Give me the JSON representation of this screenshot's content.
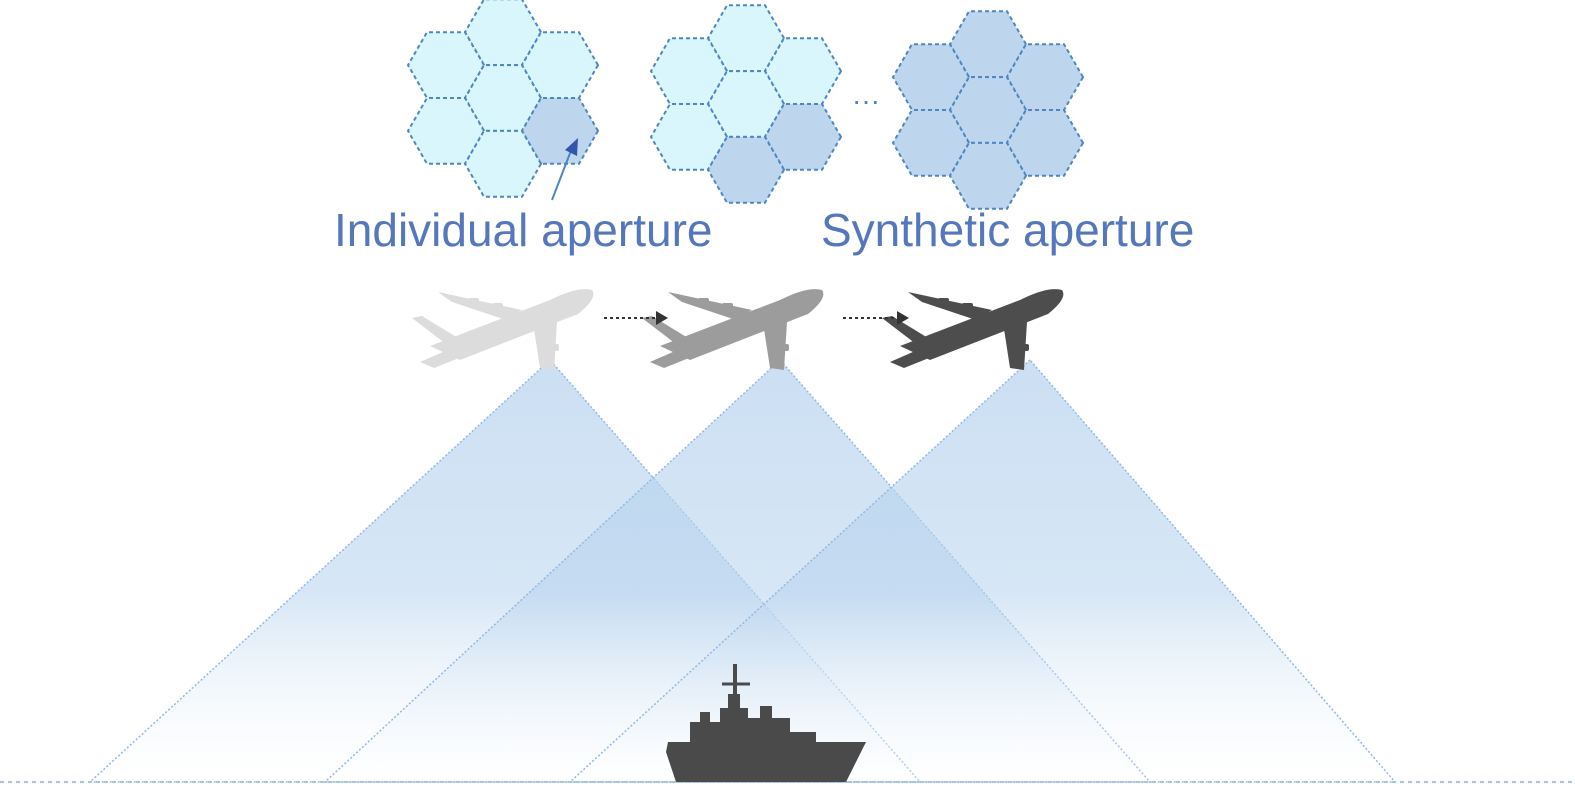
{
  "labels": {
    "individual_aperture": "Individual aperture",
    "synthetic_aperture": "Synthetic aperture",
    "ellipsis": "···"
  },
  "colors": {
    "caption_text": "#5577bb",
    "hex_light_fill": "#d8f6fc",
    "hex_active_fill": "#bdd6ee",
    "hex_stroke": "#4f86c0",
    "beam_top": "#b7d3ee",
    "beam_bottom": "#ffffff",
    "beam_edge": "#93b7e0",
    "aircraft_1": "#dcdcdc",
    "aircraft_2": "#9c9c9c",
    "aircraft_3": "#4d4d4d",
    "ship": "#4a4a4a",
    "ground_line": "#a6c4e4",
    "arrow": "#333333"
  },
  "aperture_clusters": [
    {
      "name": "individual-aperture-cluster",
      "active_cells": [
        5
      ]
    },
    {
      "name": "partial-aperture-cluster",
      "active_cells": [
        5,
        6
      ]
    },
    {
      "name": "synthetic-aperture-cluster",
      "active_cells": [
        0,
        1,
        2,
        3,
        4,
        5,
        6
      ]
    }
  ],
  "aircraft": [
    {
      "name": "aircraft-position-1",
      "shade": "aircraft_1"
    },
    {
      "name": "aircraft-position-2",
      "shade": "aircraft_2"
    },
    {
      "name": "aircraft-position-3",
      "shade": "aircraft_3"
    }
  ],
  "icons": {
    "target": "ship-icon",
    "platform": "airplane-icon",
    "aperture_cell": "hexagon-icon",
    "motion": "arrow-right-icon"
  }
}
